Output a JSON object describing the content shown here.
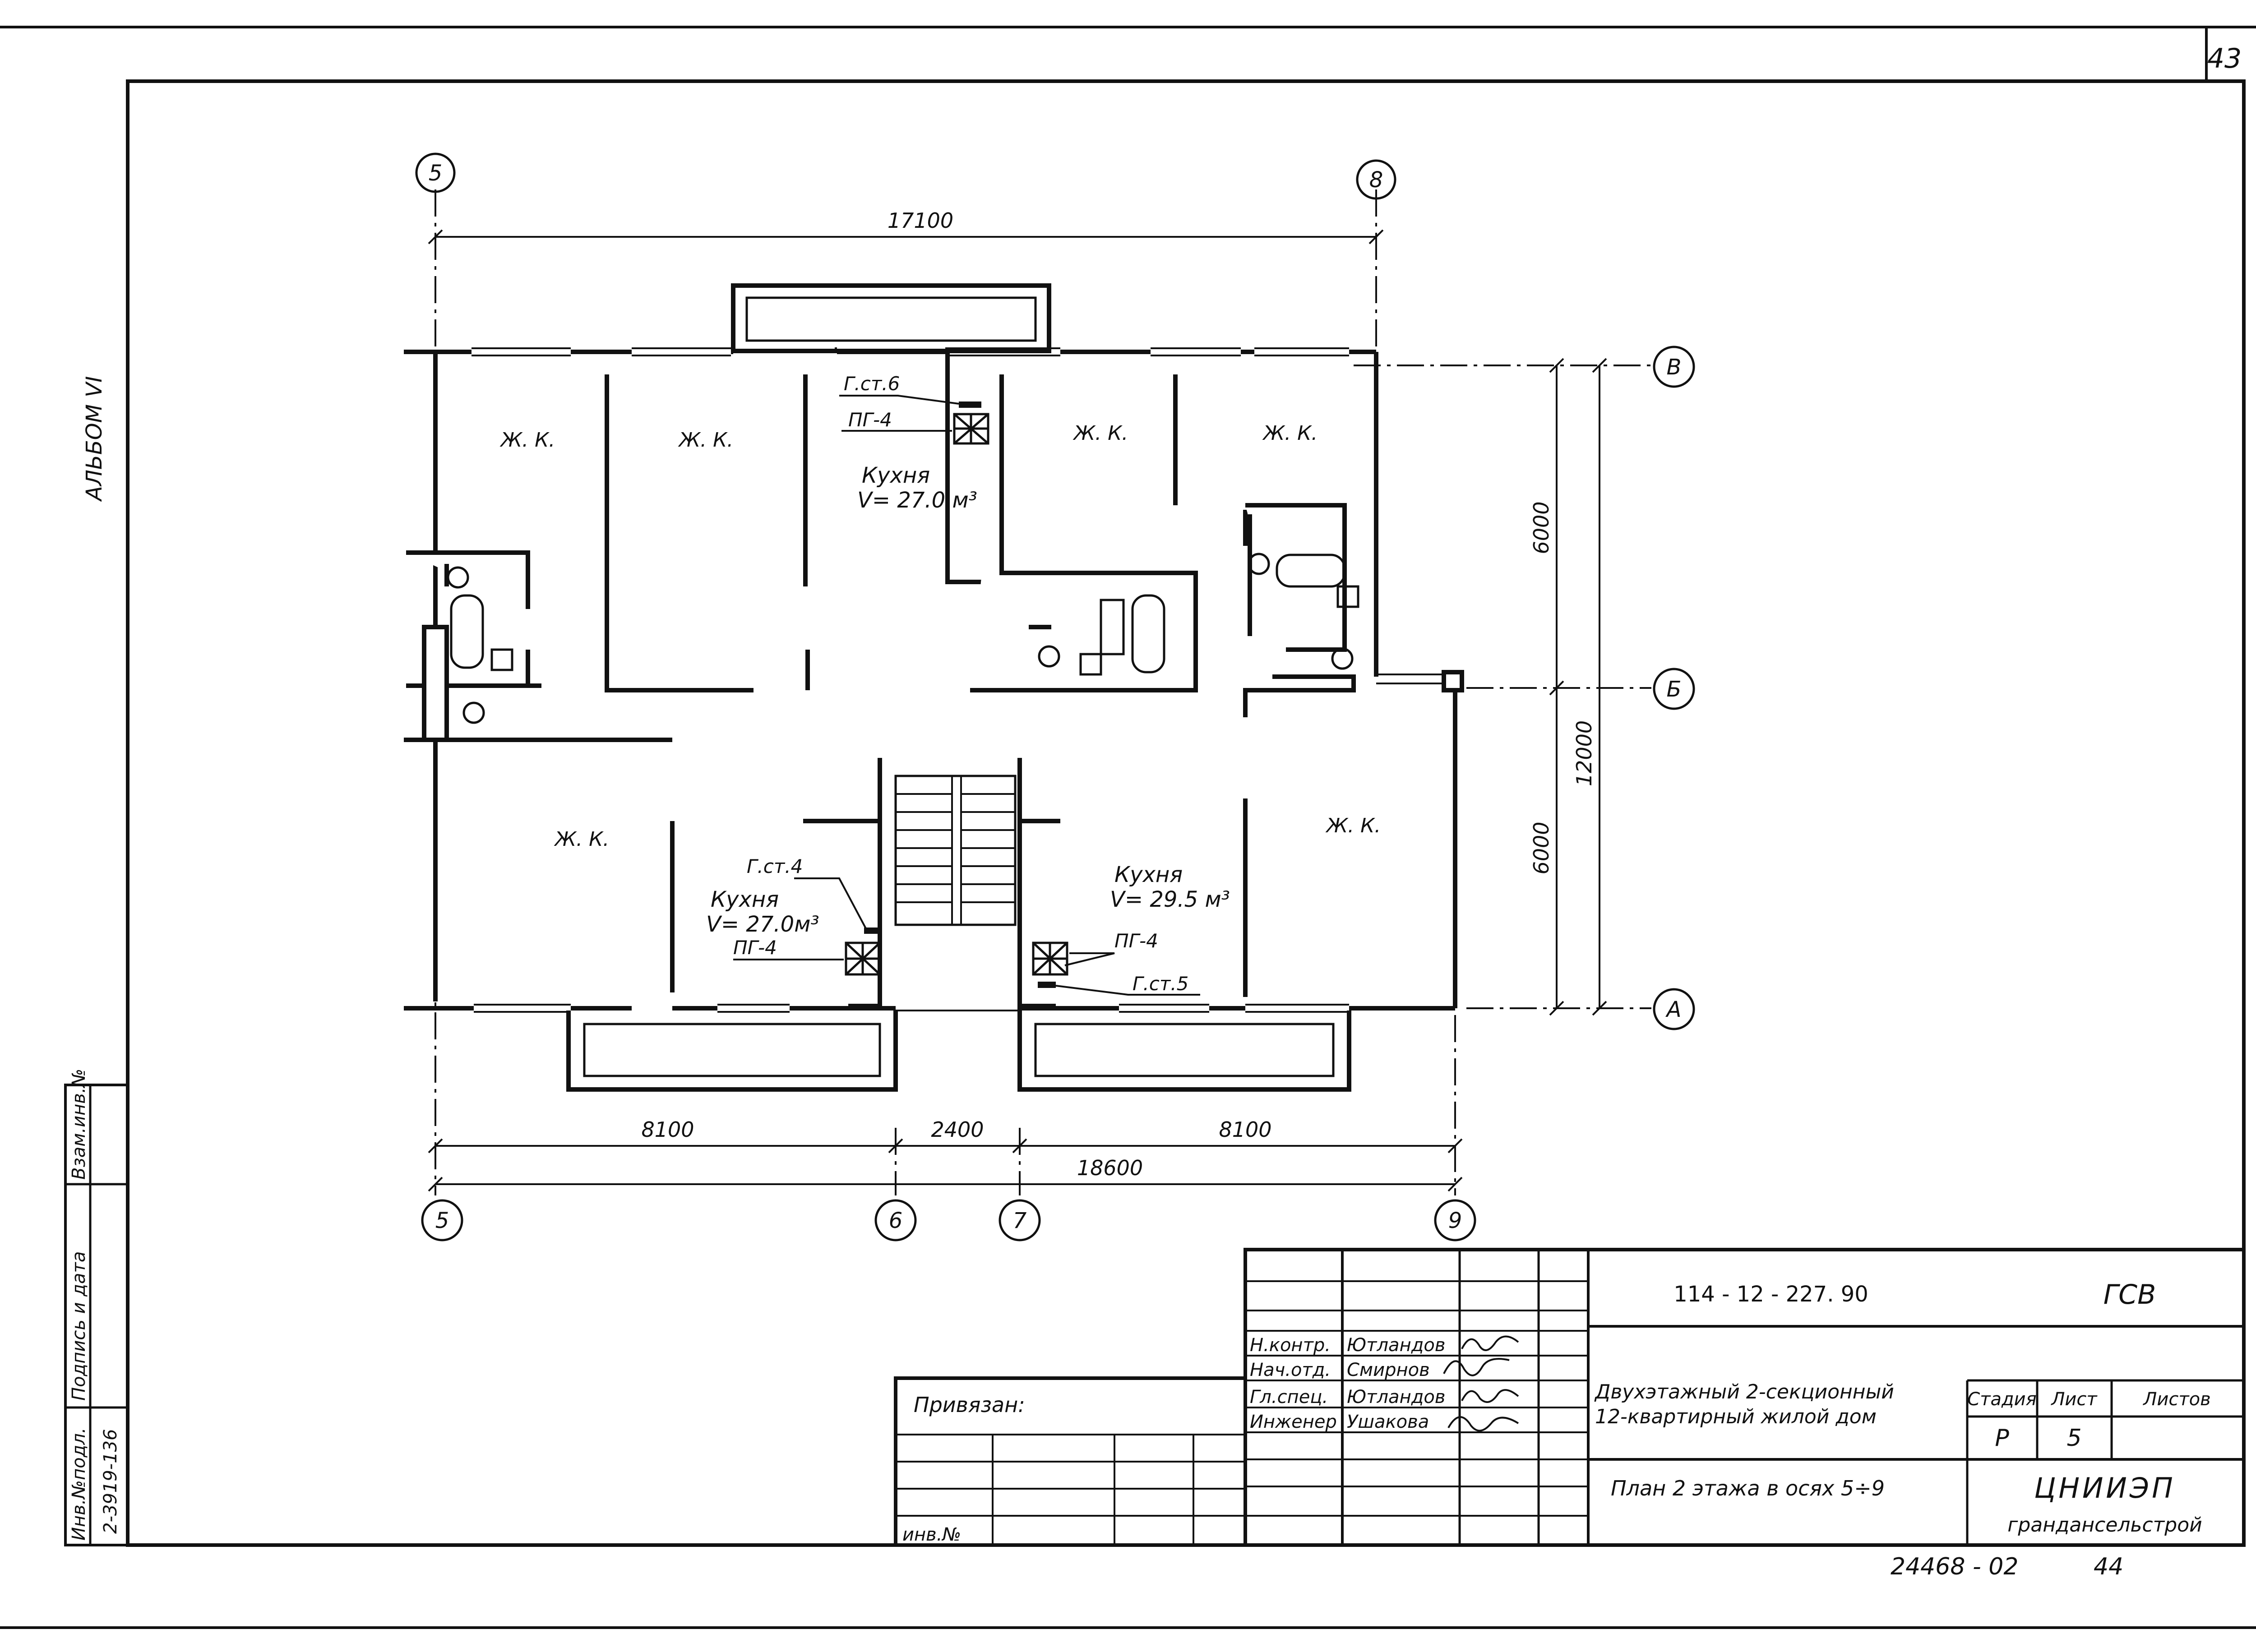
{
  "sheet": {
    "page_number": "43",
    "album": "АЛЬБОМ VI",
    "bottom_code": "24468 - 02",
    "bottom_page": "44"
  },
  "side_stamp": {
    "inv_podl": "Инв.№подл.",
    "podpis_data": "Подпись и дата",
    "vzam_inv": "Взам.инв.№",
    "inv_value": "2-3919-136"
  },
  "axes": {
    "top": [
      "5",
      "8"
    ],
    "right": [
      "В",
      "Б",
      "А"
    ],
    "bottom": [
      "5",
      "6",
      "7",
      "9"
    ]
  },
  "dimensions": {
    "top_total": "17100",
    "bottom_left": "8100",
    "bottom_middle": "2400",
    "bottom_right": "8100",
    "bottom_total": "18600",
    "right_upper": "6000",
    "right_lower": "6000",
    "right_total": "12000"
  },
  "rooms": {
    "zk": "Ж. К.",
    "kitchen_top": {
      "name": "Кухня",
      "volume": "V= 27.0 м³"
    },
    "kitchen_bottom_left": {
      "name": "Кухня",
      "volume": "V= 27.0м³"
    },
    "kitchen_bottom_right": {
      "name": "Кухня",
      "volume": "V= 29.5 м³"
    }
  },
  "equipment_labels": {
    "gst_top": "Г.ст.6",
    "pg_top": "ПГ-4",
    "gst_left": "Г.ст.4",
    "pg_left": "ПГ-4",
    "pg_right": "ПГ-4",
    "gst_right": "Г.ст.5"
  },
  "title_block": {
    "project_code": "114 - 12 - 227. 90",
    "section": "ГСВ",
    "roles": [
      "Н.контр.",
      "Нач.отд.",
      "Гл.спец.",
      "Инженер"
    ],
    "names": [
      "Ютландов",
      "Смирнов",
      "Ютландов",
      "Ушакова"
    ],
    "title_line1": "Двухэтажный 2-секционный",
    "title_line2": "12-квартирный жилой дом",
    "sheet_title": "План 2 этажа в осях 5÷9",
    "stage_header": "Стадия",
    "sheet_header": "Лист",
    "sheets_header": "Листов",
    "stage_value": "Р",
    "sheet_value": "5",
    "org_line1": "ЦНИИЭП",
    "org_line2": "грандансельстрой",
    "privyazan": "Привязан:",
    "inv_no": "инв.№"
  }
}
